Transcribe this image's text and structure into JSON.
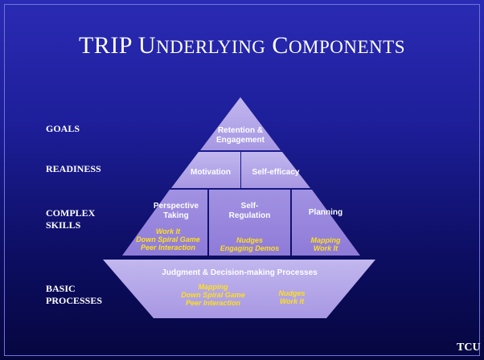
{
  "title": {
    "first": "TRIP",
    "rest_initial_u": "U",
    "rest_u": "NDERLYING",
    "rest_initial_c": "C",
    "rest_c": "OMPONENTS"
  },
  "levels": {
    "goals": "GOALS",
    "readiness": "READINESS",
    "complex_1": "COMPLEX",
    "complex_2": "SKILLS",
    "basic_1": "BASIC",
    "basic_2": "PROCESSES"
  },
  "pyramid": {
    "top": {
      "line1": "Retention &",
      "line2": "Engagement"
    },
    "readiness": {
      "left": "Motivation",
      "right": "Self-efficacy"
    },
    "skills": {
      "left": {
        "line1": "Perspective",
        "line2": "Taking",
        "items": [
          "Work It",
          "Down Spiral Game",
          "Peer Interaction"
        ]
      },
      "middle": {
        "line1": "Self-",
        "line2": "Regulation",
        "items": [
          "Nudges",
          "Engaging Demos"
        ]
      },
      "right": {
        "label": "Planning",
        "items": [
          "Mapping",
          "Work It"
        ]
      }
    },
    "basic": {
      "label": "Judgment & Decision-making Processes",
      "left_items": [
        "Mapping",
        "Down Spiral Game",
        "Peer Interaction"
      ],
      "right_items": [
        "Nudges",
        "Work It"
      ]
    }
  },
  "logo": "TCU",
  "colors": {
    "background_top": "#2a2bb4",
    "background_bottom": "#06063f",
    "pyramid_light": "#b6a8e8",
    "pyramid_mid": "#9d8ce0",
    "highlight_text": "#ffdf1a"
  }
}
